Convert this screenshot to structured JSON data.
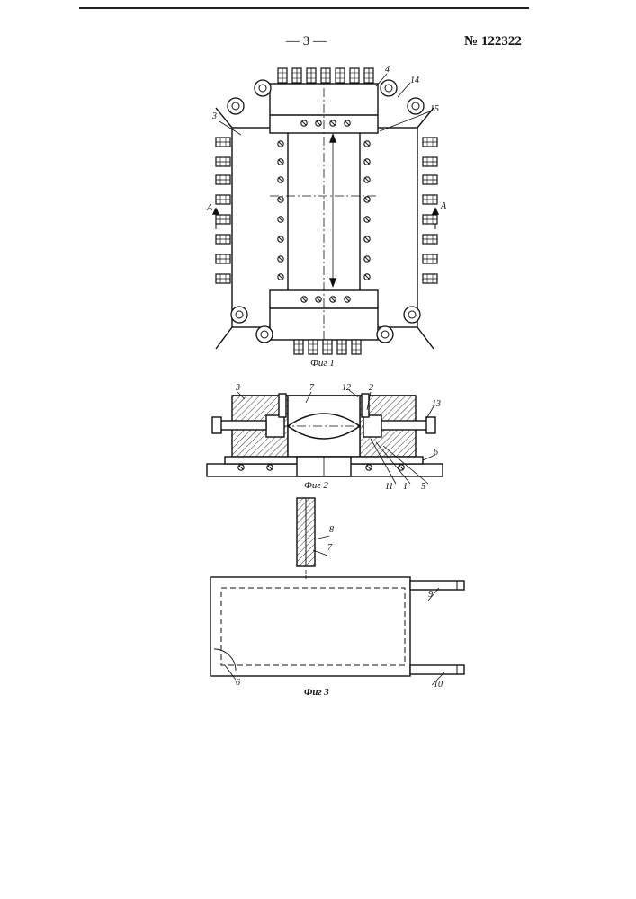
{
  "header": {
    "page_number": "— 3 —",
    "patent_number": "№ 122322"
  },
  "figures": {
    "fig1": {
      "caption": "Фиг 1",
      "labels": {
        "n3": "3",
        "n4": "4",
        "n14": "14",
        "n15": "15",
        "arrow_left": "А",
        "arrow_right": "А"
      }
    },
    "fig2": {
      "caption": "Фиг 2",
      "labels": {
        "n3": "3",
        "n7": "7",
        "n12": "12",
        "n2": "2",
        "n13": "13",
        "n6": "6",
        "n11": "11",
        "n1": "1",
        "n5": "5"
      }
    },
    "fig3": {
      "caption": "Фиг 3",
      "labels": {
        "n8": "8",
        "n7": "7",
        "n9": "9",
        "n10": "10",
        "n6": "6"
      }
    }
  }
}
